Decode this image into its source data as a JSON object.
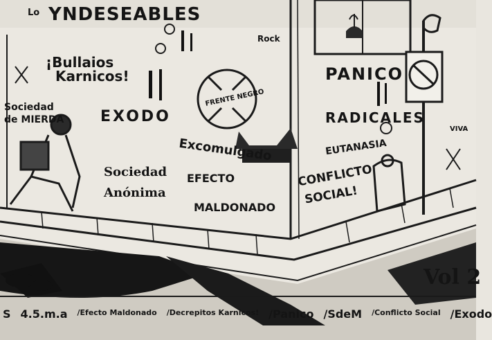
{
  "wall": {
    "top_left": "Lo",
    "band_name": "YNDESEABLES",
    "rock": "Rock",
    "bullet_a": "¡Bullaios",
    "bullet_b": "Karnicos!",
    "sociedad_de_mierda_1": "Sociedad",
    "sociedad_de_mierda_2": "de MIERDA",
    "exodo": "EXODO",
    "frente_negro": "FRENTE NEGRO",
    "excomulgado": "Excomulgado",
    "efecto": "EFECTO",
    "maldonado": "MALDONADO",
    "sociedad_anonima_1": "Sociedad",
    "sociedad_anonima_2": "Anónima",
    "panico": "PANICO",
    "radicales": "RADICALES",
    "eutanasia": "EUTANASIA",
    "conflicto_1": "CONFLICTO",
    "conflicto_2": "SOCIAL!",
    "viva": "VIVA",
    "vol": "Vol 2"
  },
  "footer": {
    "items": [
      "S",
      "4.5.m.a",
      "/Efecto Maldonado",
      "/Decrepitos Karnicos!",
      "/Panico",
      "/SdeM",
      "/Conflicto Social",
      "/Exodo"
    ]
  }
}
